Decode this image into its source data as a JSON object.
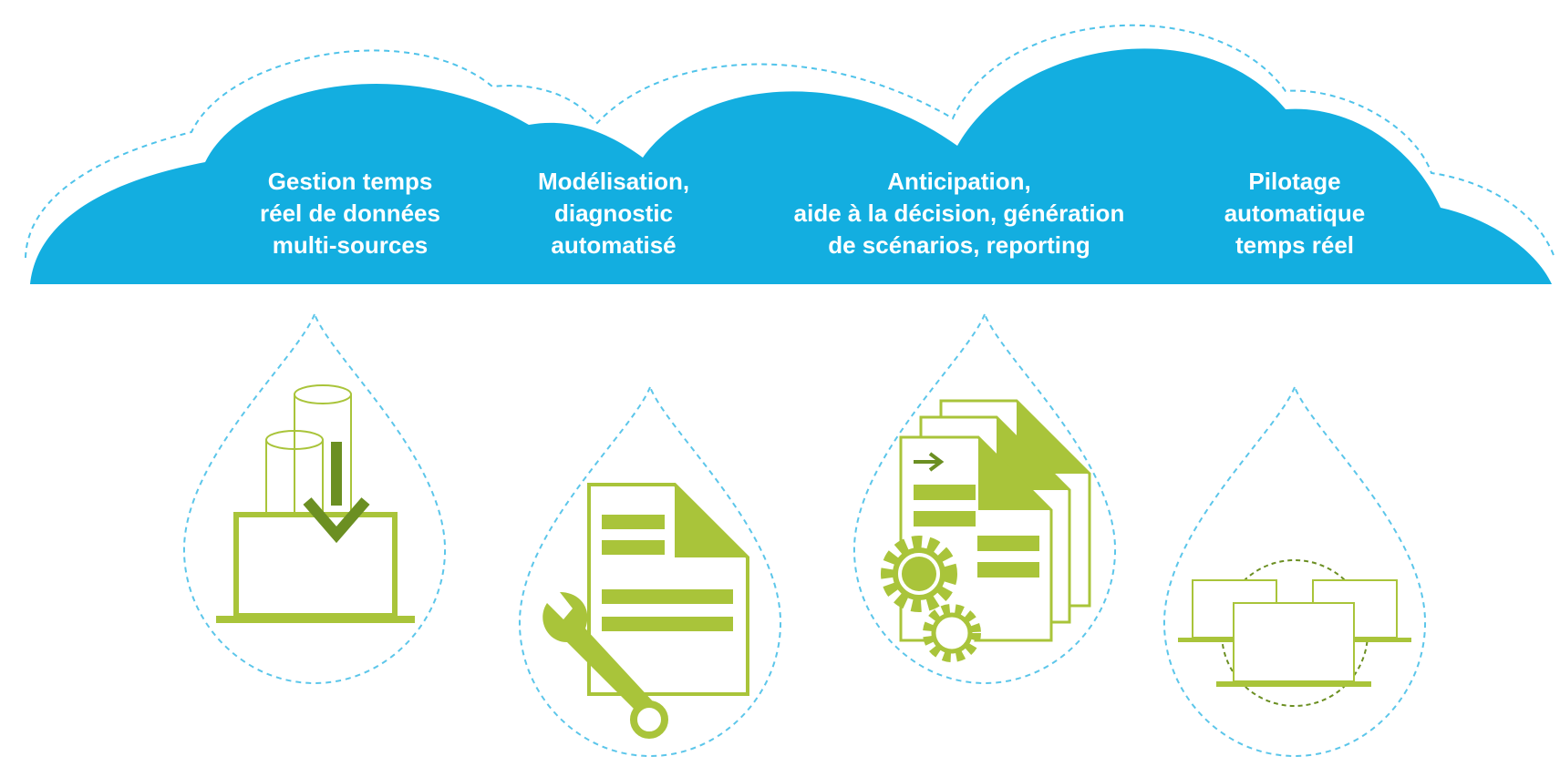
{
  "colors": {
    "cloud": "#13aee0",
    "cloud_dash": "#4fc3ea",
    "drop_dash": "#5cc6ea",
    "icon_green": "#a9c43a",
    "icon_dark_green": "#6b8f22",
    "text": "#ffffff"
  },
  "steps": [
    {
      "label_lines": [
        "Gestion temps",
        "réel de données",
        "multi-sources"
      ],
      "icon": "database-download-laptop-icon"
    },
    {
      "label_lines": [
        "Modélisation,",
        "diagnostic",
        "automatisé"
      ],
      "icon": "document-wrench-icon"
    },
    {
      "label_lines": [
        "Anticipation,",
        "aide à la décision, génération",
        "de scénarios, reporting"
      ],
      "icon": "documents-gears-icon"
    },
    {
      "label_lines": [
        "Pilotage",
        "automatique",
        "temps réel"
      ],
      "icon": "networked-laptops-icon"
    }
  ]
}
